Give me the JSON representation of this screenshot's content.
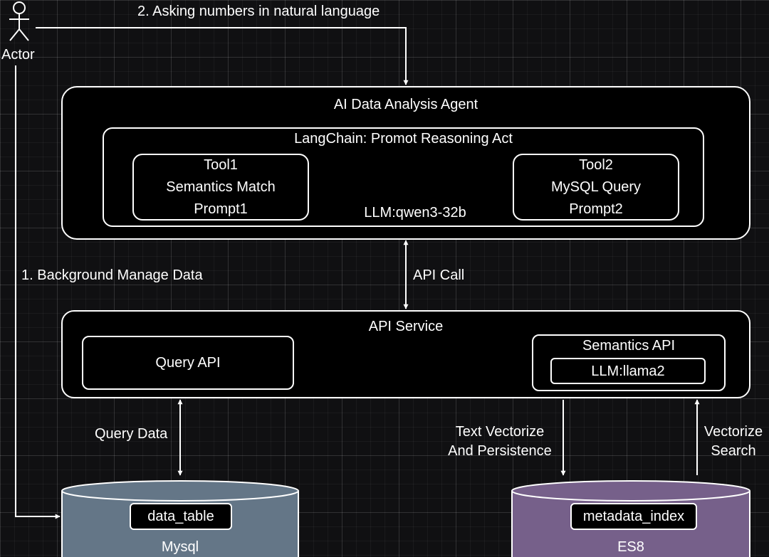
{
  "actor": {
    "label": "Actor"
  },
  "edges": {
    "asking": "2. Asking numbers in natural language",
    "background": "1. Background Manage Data",
    "api_call": "API Call",
    "query_data": "Query Data",
    "text_vectorize": [
      "Text Vectorize",
      "And Persistence"
    ],
    "vectorize_search": [
      "Vectorize",
      "Search"
    ]
  },
  "agent": {
    "title": "AI Data Analysis Agent",
    "langchain": "LangChain: Promot Reasoning Act",
    "tool1": [
      "Tool1",
      "Semantics Match",
      "Prompt1"
    ],
    "tool2": [
      "Tool2",
      "MySQL Query",
      "Prompt2"
    ],
    "llm": "LLM:qwen3-32b"
  },
  "api_service": {
    "title": "API Service",
    "query_api": "Query API",
    "semantics_api": "Semantics API",
    "semantics_llm": "LLM:llama2"
  },
  "databases": {
    "mysql": {
      "name": "Mysql",
      "table": "data_table"
    },
    "es8": {
      "name": "ES8",
      "index": "metadata_index"
    }
  },
  "colors": {
    "background": "#101012",
    "stroke": "#ffffff",
    "mysql_fill": "#647687",
    "es8_fill": "#76608a"
  }
}
